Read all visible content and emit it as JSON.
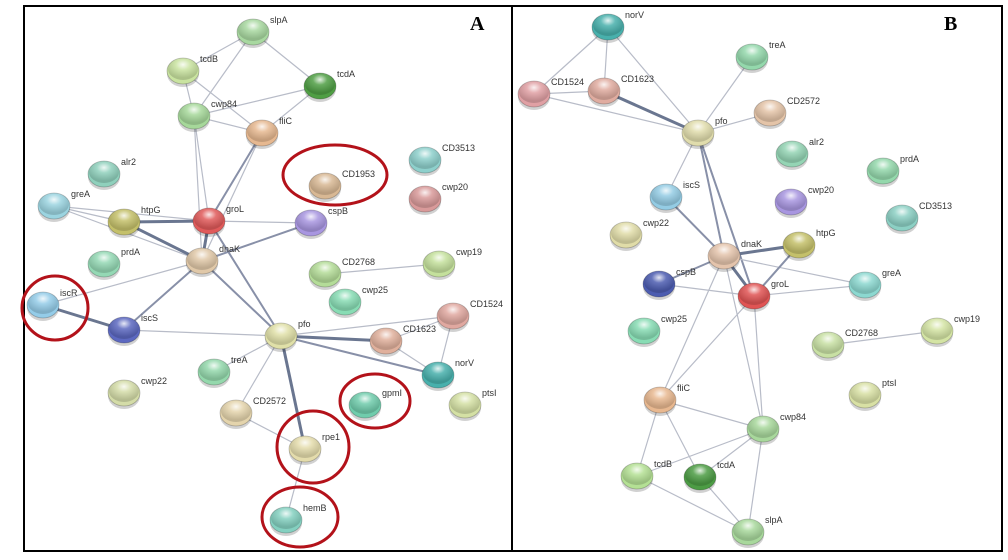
{
  "figure": {
    "type": "protein-protein interaction networks (STRING)",
    "panels": [
      {
        "id": "A",
        "letter": "A",
        "nodes": [
          {
            "id": "slpA",
            "label": "slpA",
            "color": "#a8d8a0"
          },
          {
            "id": "tcdB",
            "label": "tcdB",
            "color": "#c9e3a0"
          },
          {
            "id": "tcdA",
            "label": "tcdA",
            "color": "#4f9e44"
          },
          {
            "id": "cwp84",
            "label": "cwp84",
            "color": "#a6d89a"
          },
          {
            "id": "fliC",
            "label": "fliC",
            "color": "#e6b890"
          },
          {
            "id": "CD1953",
            "label": "CD1953",
            "color": "#d8b894"
          },
          {
            "id": "CD3513",
            "label": "CD3513",
            "color": "#8ed0cc"
          },
          {
            "id": "cwp20",
            "label": "cwp20",
            "color": "#d99a9a"
          },
          {
            "id": "alr2",
            "label": "alr2",
            "color": "#8fd0bc"
          },
          {
            "id": "greA",
            "label": "greA",
            "color": "#9bd4e0"
          },
          {
            "id": "htpG",
            "label": "htpG",
            "color": "#c4c06a"
          },
          {
            "id": "groL",
            "label": "groL",
            "color": "#e05a5a"
          },
          {
            "id": "cspB",
            "label": "cspB",
            "color": "#a896e0"
          },
          {
            "id": "dnaK",
            "label": "dnaK",
            "color": "#e0c8a8"
          },
          {
            "id": "prdA",
            "label": "prdA",
            "color": "#94d8b4"
          },
          {
            "id": "CD2768",
            "label": "CD2768",
            "color": "#b4dc98"
          },
          {
            "id": "cwp19",
            "label": "cwp19",
            "color": "#c4e09c"
          },
          {
            "id": "cwp25",
            "label": "cwp25",
            "color": "#88dcb4"
          },
          {
            "id": "iscR",
            "label": "iscR",
            "color": "#94cce8"
          },
          {
            "id": "iscS",
            "label": "iscS",
            "color": "#5c68c0"
          },
          {
            "id": "pfo",
            "label": "pfo",
            "color": "#e0e0a8"
          },
          {
            "id": "CD1524",
            "label": "CD1524",
            "color": "#e0a8a0"
          },
          {
            "id": "CD1623",
            "label": "CD1623",
            "color": "#e0b09c"
          },
          {
            "id": "norV",
            "label": "norV",
            "color": "#48b0ac"
          },
          {
            "id": "treA",
            "label": "treA",
            "color": "#94d8ac"
          },
          {
            "id": "cwp22",
            "label": "cwp22",
            "color": "#d4dca8"
          },
          {
            "id": "gpmI",
            "label": "gpmI",
            "color": "#70ccac"
          },
          {
            "id": "ptsI",
            "label": "ptsI",
            "color": "#d4e0a4"
          },
          {
            "id": "CD2572",
            "label": "CD2572",
            "color": "#e4d4ac"
          },
          {
            "id": "rpe1",
            "label": "rpe1",
            "color": "#e4dcac"
          },
          {
            "id": "hemB",
            "label": "hemB",
            "color": "#84d0c0"
          }
        ],
        "edges": [
          [
            "slpA",
            "tcdB",
            1
          ],
          [
            "slpA",
            "cwp84",
            1
          ],
          [
            "slpA",
            "tcdA",
            1
          ],
          [
            "tcdB",
            "cwp84",
            1
          ],
          [
            "tcdB",
            "fliC",
            1
          ],
          [
            "tcdA",
            "cwp84",
            1
          ],
          [
            "tcdA",
            "fliC",
            1
          ],
          [
            "cwp84",
            "fliC",
            1
          ],
          [
            "cwp84",
            "groL",
            1
          ],
          [
            "cwp84",
            "dnaK",
            1
          ],
          [
            "fliC",
            "groL",
            2
          ],
          [
            "fliC",
            "dnaK",
            1
          ],
          [
            "greA",
            "htpG",
            1
          ],
          [
            "greA",
            "groL",
            1
          ],
          [
            "greA",
            "dnaK",
            1
          ],
          [
            "htpG",
            "groL",
            3
          ],
          [
            "htpG",
            "dnaK",
            3
          ],
          [
            "groL",
            "dnaK",
            3
          ],
          [
            "groL",
            "cspB",
            1
          ],
          [
            "groL",
            "pfo",
            2
          ],
          [
            "dnaK",
            "cspB",
            2
          ],
          [
            "dnaK",
            "iscR",
            1
          ],
          [
            "dnaK",
            "iscS",
            2
          ],
          [
            "dnaK",
            "pfo",
            2
          ],
          [
            "iscR",
            "iscS",
            3
          ],
          [
            "iscS",
            "pfo",
            1
          ],
          [
            "CD2768",
            "cwp19",
            1
          ],
          [
            "pfo",
            "CD1524",
            1
          ],
          [
            "pfo",
            "CD1623",
            3
          ],
          [
            "pfo",
            "norV",
            2
          ],
          [
            "pfo",
            "treA",
            1
          ],
          [
            "pfo",
            "CD2572",
            1
          ],
          [
            "pfo",
            "rpe1",
            3
          ],
          [
            "CD1524",
            "CD1623",
            1
          ],
          [
            "CD1524",
            "norV",
            1
          ],
          [
            "CD1623",
            "norV",
            1
          ],
          [
            "CD2572",
            "rpe1",
            1
          ],
          [
            "rpe1",
            "hemB",
            1
          ]
        ],
        "highlighted": [
          "CD1953",
          "iscR",
          "gpmI",
          "rpe1",
          "hemB"
        ]
      },
      {
        "id": "B",
        "letter": "B",
        "nodes": [
          {
            "id": "norV",
            "label": "norV",
            "color": "#48b0ac"
          },
          {
            "id": "treA",
            "label": "treA",
            "color": "#94d8ac"
          },
          {
            "id": "CD1524",
            "label": "CD1524",
            "color": "#e0a0a4"
          },
          {
            "id": "CD1623",
            "label": "CD1623",
            "color": "#e0aca0"
          },
          {
            "id": "pfo",
            "label": "pfo",
            "color": "#e0dcac"
          },
          {
            "id": "CD2572",
            "label": "CD2572",
            "color": "#e4c4a8"
          },
          {
            "id": "alr2",
            "label": "alr2",
            "color": "#94d4b4"
          },
          {
            "id": "prdA",
            "label": "prdA",
            "color": "#94d8ac"
          },
          {
            "id": "iscS",
            "label": "iscS",
            "color": "#94cce4"
          },
          {
            "id": "cwp20",
            "label": "cwp20",
            "color": "#a896e0"
          },
          {
            "id": "CD3513",
            "label": "CD3513",
            "color": "#8cd0c4"
          },
          {
            "id": "cwp22",
            "label": "cwp22",
            "color": "#e0dca8"
          },
          {
            "id": "dnaK",
            "label": "dnaK",
            "color": "#e4c4ac"
          },
          {
            "id": "htpG",
            "label": "htpG",
            "color": "#c4c06a"
          },
          {
            "id": "cspB",
            "label": "cspB",
            "color": "#4c5cb0"
          },
          {
            "id": "groL",
            "label": "groL",
            "color": "#e05454"
          },
          {
            "id": "greA",
            "label": "greA",
            "color": "#8cd8d0"
          },
          {
            "id": "cwp25",
            "label": "cwp25",
            "color": "#88dcb4"
          },
          {
            "id": "CD2768",
            "label": "CD2768",
            "color": "#c8e0a4"
          },
          {
            "id": "cwp19",
            "label": "cwp19",
            "color": "#d4e4a4"
          },
          {
            "id": "ptsI",
            "label": "ptsI",
            "color": "#d8e0a4"
          },
          {
            "id": "fliC",
            "label": "fliC",
            "color": "#e8b890"
          },
          {
            "id": "cwp84",
            "label": "cwp84",
            "color": "#a8d89c"
          },
          {
            "id": "tcdB",
            "label": "tcdB",
            "color": "#b4e094"
          },
          {
            "id": "tcdA",
            "label": "tcdA",
            "color": "#4c9c44"
          },
          {
            "id": "slpA",
            "label": "slpA",
            "color": "#a8d89c"
          }
        ],
        "edges": [
          [
            "norV",
            "CD1524",
            1
          ],
          [
            "norV",
            "CD1623",
            1
          ],
          [
            "norV",
            "pfo",
            1
          ],
          [
            "CD1524",
            "CD1623",
            1
          ],
          [
            "CD1524",
            "pfo",
            1
          ],
          [
            "CD1623",
            "pfo",
            3
          ],
          [
            "treA",
            "pfo",
            1
          ],
          [
            "CD2572",
            "pfo",
            1
          ],
          [
            "pfo",
            "iscS",
            1
          ],
          [
            "pfo",
            "dnaK",
            2
          ],
          [
            "pfo",
            "groL",
            2
          ],
          [
            "iscS",
            "dnaK",
            2
          ],
          [
            "dnaK",
            "htpG",
            3
          ],
          [
            "dnaK",
            "groL",
            3
          ],
          [
            "dnaK",
            "cspB",
            2
          ],
          [
            "dnaK",
            "greA",
            1
          ],
          [
            "dnaK",
            "fliC",
            1
          ],
          [
            "dnaK",
            "cwp84",
            1
          ],
          [
            "htpG",
            "groL",
            2
          ],
          [
            "groL",
            "greA",
            1
          ],
          [
            "groL",
            "cspB",
            1
          ],
          [
            "groL",
            "fliC",
            1
          ],
          [
            "groL",
            "cwp84",
            1
          ],
          [
            "CD2768",
            "cwp19",
            1
          ],
          [
            "fliC",
            "cwp84",
            1
          ],
          [
            "fliC",
            "tcdB",
            1
          ],
          [
            "fliC",
            "tcdA",
            1
          ],
          [
            "cwp84",
            "tcdB",
            1
          ],
          [
            "cwp84",
            "tcdA",
            1
          ],
          [
            "cwp84",
            "slpA",
            1
          ],
          [
            "tcdB",
            "slpA",
            1
          ],
          [
            "tcdA",
            "slpA",
            1
          ]
        ],
        "highlighted": []
      }
    ]
  }
}
